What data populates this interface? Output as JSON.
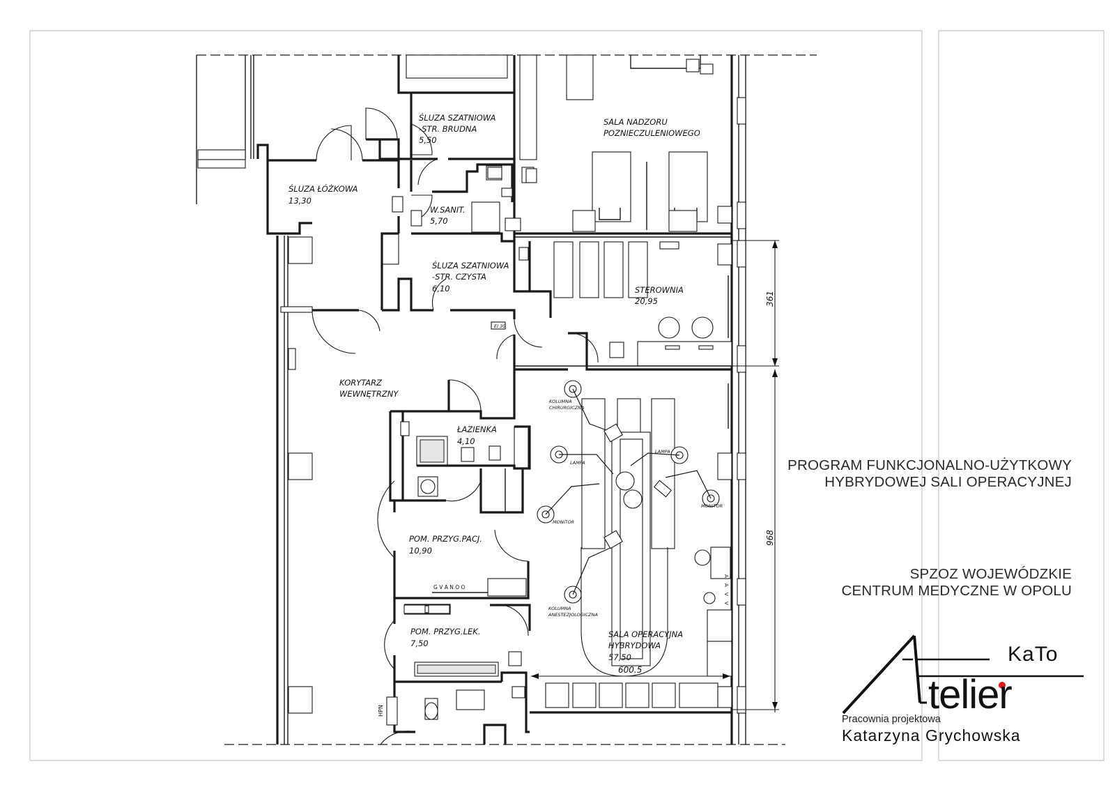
{
  "title_block": {
    "program_line1": "PROGRAM FUNKCJONALNO-UŻYTKOWY",
    "program_line2": "HYBRYDOWEJ SALI OPERACYJNEJ",
    "client_line1": "SPZOZ WOJEWÓDZKIE",
    "client_line2": "CENTRUM MEDYCZNE W OPOLU"
  },
  "logo": {
    "brand_a": "A",
    "brand_rest": "telier",
    "brand_kato": "KaTo",
    "studio": "Pracownia projektowa",
    "architect": "Katarzyna Grychowska",
    "accent_color": "#e0191f"
  },
  "rooms": {
    "sluza_brudna_l1": "ŚLUZA SZATNIOWA",
    "sluza_brudna_l2": "-STR. BRUDNA",
    "sluza_brudna_area": "5,50",
    "sala_nadzoru_l1": "SALA NADZORU",
    "sala_nadzoru_l2": "POZNIECZULENIOWEGO",
    "sluza_lozkowa": "ŚLUZA ŁÓŻKOWA",
    "sluza_lozkowa_area": "13,30",
    "wsanit": "W.SANIT.",
    "wsanit_area": "5,70",
    "sluza_czysta_l1": "ŚLUZA SZATNIOWA",
    "sluza_czysta_l2": "-STR. CZYSTA",
    "sluza_czysta_area": "6,10",
    "sterownia": "STEROWNIA",
    "sterownia_area": "20,95",
    "korytarz_l1": "KORYTARZ",
    "korytarz_l2": "WEWNĘTRZNY",
    "lazienka": "ŁAZIENKA",
    "lazienka_area": "4,10",
    "przyg_pacj": "POM. PRZYG.PACJ.",
    "przyg_pacj_area": "10,90",
    "przyg_lek": "POM. PRZYG.LEK.",
    "przyg_lek_area": "7,50",
    "sala_op_l1": "SALA OPERACYJNA",
    "sala_op_l2": "HYBRYDOWA",
    "sala_op_area": "57,50"
  },
  "equipment": {
    "kolumna_chir_l1": "KOLUMNA",
    "kolumna_chir_l2": "CHIRURGICZNA",
    "kolumna_anest_l1": "KOLUMNA",
    "kolumna_anest_l2": "ANESTEZJOLOGICZNA",
    "lampa_left": "LAMPA",
    "lampa_right": "LAMPA",
    "monitor_left": "MONITOR",
    "monitor_right": "MONITOR",
    "ei30": "EI 30",
    "hpn": "HPN",
    "gases": "G V A N O O",
    "avv": "A A V V"
  },
  "dimensions": {
    "d361": "361",
    "d968": "968",
    "d6005": "600.5"
  }
}
